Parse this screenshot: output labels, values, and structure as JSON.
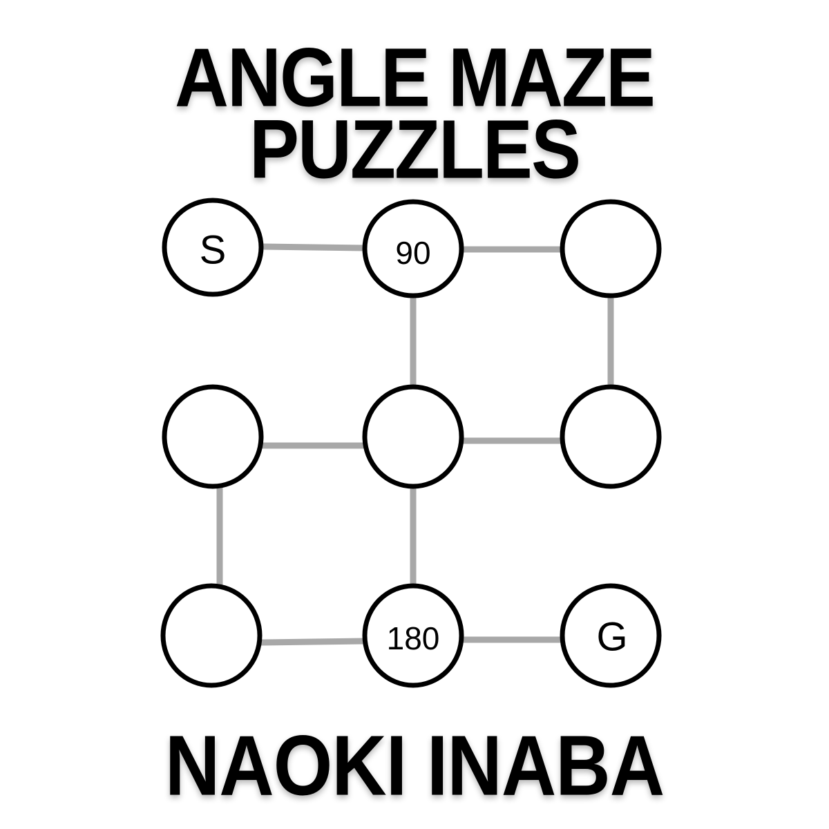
{
  "title": {
    "line1": "ANGLE MAZE",
    "line2": "PUZZLES"
  },
  "author": "NAOKI INABA",
  "colors": {
    "text": "#000000",
    "node_stroke": "#000000",
    "node_fill": "#ffffff",
    "edge": "#a8a8a8",
    "background": "#ffffff"
  },
  "maze": {
    "grid": "3x3",
    "nodes": [
      {
        "id": "r0c0",
        "row": 0,
        "col": 0,
        "label": "S"
      },
      {
        "id": "r0c1",
        "row": 0,
        "col": 1,
        "label": "90"
      },
      {
        "id": "r0c2",
        "row": 0,
        "col": 2,
        "label": ""
      },
      {
        "id": "r1c0",
        "row": 1,
        "col": 0,
        "label": ""
      },
      {
        "id": "r1c1",
        "row": 1,
        "col": 1,
        "label": ""
      },
      {
        "id": "r1c2",
        "row": 1,
        "col": 2,
        "label": ""
      },
      {
        "id": "r2c0",
        "row": 2,
        "col": 0,
        "label": ""
      },
      {
        "id": "r2c1",
        "row": 2,
        "col": 1,
        "label": "180"
      },
      {
        "id": "r2c2",
        "row": 2,
        "col": 2,
        "label": "G"
      }
    ],
    "edges": [
      [
        "r0c0",
        "r0c1"
      ],
      [
        "r0c1",
        "r0c2"
      ],
      [
        "r0c1",
        "r1c1"
      ],
      [
        "r0c2",
        "r1c2"
      ],
      [
        "r1c0",
        "r1c1"
      ],
      [
        "r1c1",
        "r1c2"
      ],
      [
        "r1c0",
        "r2c0"
      ],
      [
        "r1c1",
        "r2c1"
      ],
      [
        "r2c0",
        "r2c1"
      ],
      [
        "r2c1",
        "r2c2"
      ]
    ]
  }
}
